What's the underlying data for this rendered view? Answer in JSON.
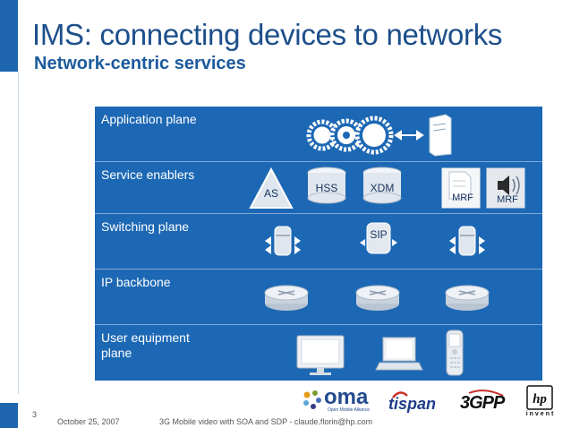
{
  "slide": {
    "title": "IMS: connecting devices to networks",
    "subtitle": "Network-centric services",
    "page_number": "3",
    "date": "October 25, 2007",
    "footer_text": "3G Mobile video with SOA and SDP - claude.florin@hp.com"
  },
  "planes": [
    {
      "label": "Application plane"
    },
    {
      "label": "Service enablers"
    },
    {
      "label": "Switching plane"
    },
    {
      "label": "IP backbone"
    },
    {
      "label": "User equipment\nplane"
    }
  ],
  "enablers": {
    "as": "AS",
    "hss": "HSS",
    "xdm": "XDM",
    "mrf1": "MRF",
    "mrf2": "MRF"
  },
  "switching": {
    "sip": "SIP"
  },
  "logos": {
    "oma": "oma",
    "oma_sub": "Open Mobile Alliance",
    "tispan": "tispan",
    "threegpp": "3GPP",
    "hp_tag": "invent"
  },
  "colors": {
    "accent": "#1d68b4",
    "title": "#1c4f8a"
  }
}
